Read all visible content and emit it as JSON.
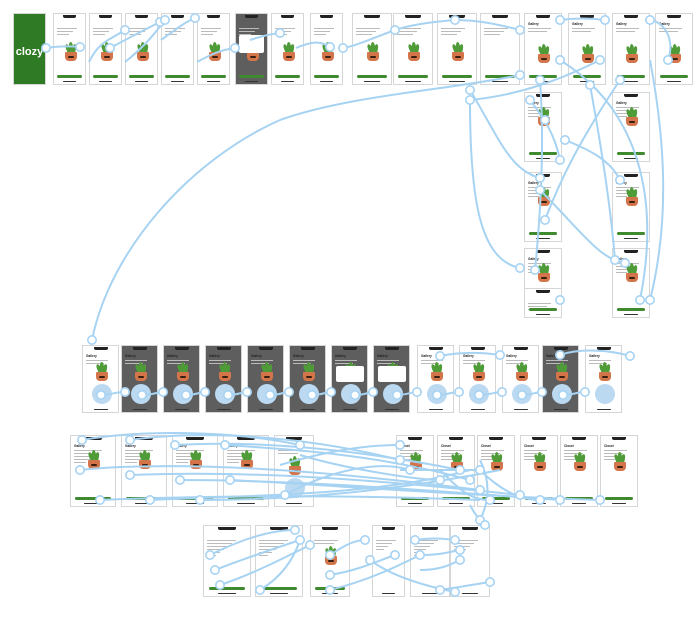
{
  "splash": {
    "logo_text": "clozy",
    "background": "#2f7a24"
  },
  "palette": {
    "connector": "#a7d3f3",
    "accent_green": "#3f8a2e",
    "pot": "#d3744a",
    "leaf": "#4e9b38",
    "dark_screen": "#5e5e5e"
  },
  "screen_title_label": "Gallery",
  "section_title": "Closet"
}
